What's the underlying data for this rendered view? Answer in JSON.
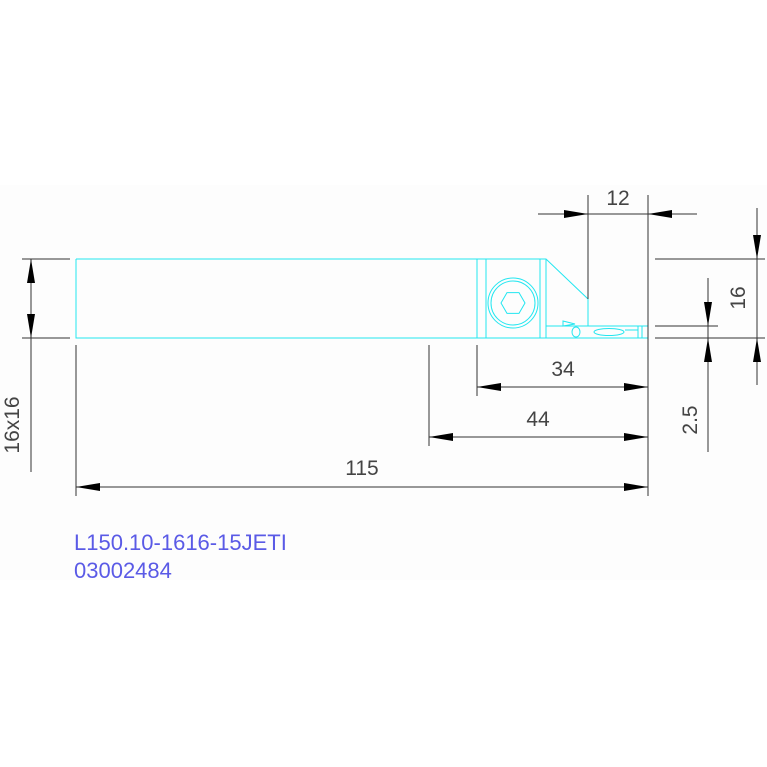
{
  "dimensions": {
    "width_top": "12",
    "height_right": "16",
    "blade_offset": "2.5",
    "dim_34": "34",
    "dim_44": "44",
    "overall_length": "115",
    "shank_section": "16x16"
  },
  "part": {
    "designation": "L150.10-1616-15JETI",
    "number": "03002484"
  },
  "colors": {
    "part": "#22e6f0",
    "label": "#5a5ae6",
    "dimension": "#333333"
  }
}
